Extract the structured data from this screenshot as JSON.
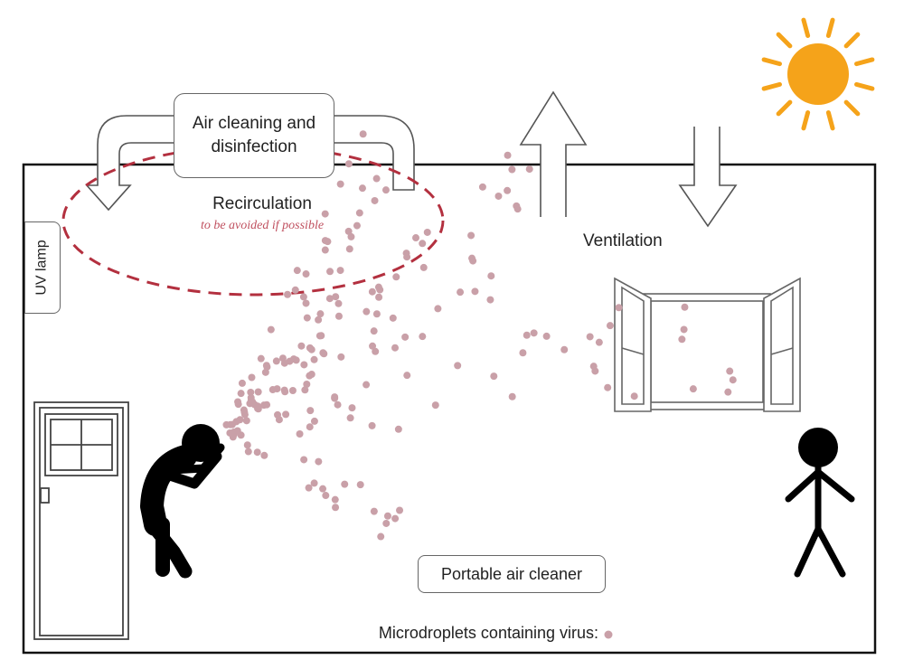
{
  "labels": {
    "air_cleaning": "Air cleaning and disinfection",
    "recirculation": "Recirculation",
    "recirculation_note": "to be avoided if  possible",
    "ventilation": "Ventilation",
    "uv_lamp": "UV lamp",
    "portable_air_cleaner": "Portable air cleaner",
    "legend": "Microdroplets containing virus:"
  },
  "colors": {
    "droplet": "#c9a0a8",
    "recirculation_outline": "#b3303f",
    "sun": "#f5a31a",
    "note": "#c0505f",
    "figure": "#000000"
  },
  "icons": [
    "sun-icon",
    "up-arrow-icon",
    "down-arrow-icon",
    "recirculation-arrow-icon",
    "door-icon",
    "window-icon",
    "coughing-person-icon",
    "standing-person-icon",
    "droplet-icon"
  ]
}
